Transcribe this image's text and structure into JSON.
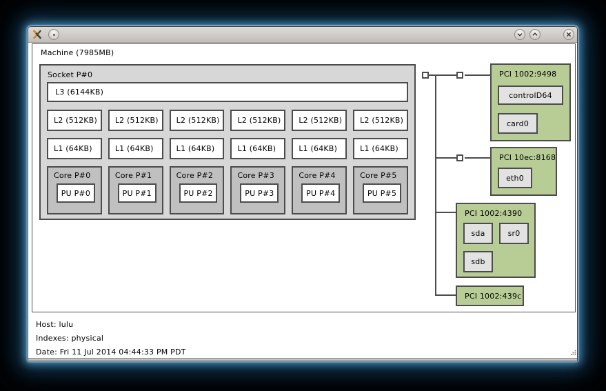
{
  "titlebar": {
    "icons": {
      "app": "crossed-tools",
      "menu": "dot-circle",
      "shade": "chevron-down",
      "unshade": "chevron-up",
      "close": "x"
    }
  },
  "machine": {
    "label": "Machine (7985MB)",
    "socket": {
      "label": "Socket P#0",
      "l3": "L3 (6144KB)",
      "l2": [
        "L2 (512KB)",
        "L2 (512KB)",
        "L2 (512KB)",
        "L2 (512KB)",
        "L2 (512KB)",
        "L2 (512KB)"
      ],
      "l1": [
        "L1 (64KB)",
        "L1 (64KB)",
        "L1 (64KB)",
        "L1 (64KB)",
        "L1 (64KB)",
        "L1 (64KB)"
      ],
      "cores": [
        {
          "label": "Core P#0",
          "pu": "PU P#0"
        },
        {
          "label": "Core P#1",
          "pu": "PU P#1"
        },
        {
          "label": "Core P#2",
          "pu": "PU P#2"
        },
        {
          "label": "Core P#3",
          "pu": "PU P#3"
        },
        {
          "label": "Core P#4",
          "pu": "PU P#4"
        },
        {
          "label": "Core P#5",
          "pu": "PU P#5"
        }
      ]
    },
    "pci": [
      {
        "label": "PCI 1002:9498",
        "devices": [
          "controlD64",
          "card0"
        ]
      },
      {
        "label": "PCI 10ec:8168",
        "devices": [
          "eth0"
        ]
      },
      {
        "label": "PCI 1002:4390",
        "devices": [
          "sda",
          "sr0",
          "sdb"
        ]
      },
      {
        "label": "PCI 1002:439c",
        "devices": []
      }
    ]
  },
  "legend": [
    "Host: lulu",
    "Indexes: physical",
    "Date: Fri 11 Jul 2014 04:44:33 PM PDT"
  ],
  "colors": {
    "pci_green": "#b8cc96",
    "socket_gray": "#d7d7d7",
    "core_gray": "#c0c0c0",
    "device_gray": "#e2e2e2",
    "box_border": "#4c4c4c",
    "glow_blue": "#4a9cc8"
  }
}
